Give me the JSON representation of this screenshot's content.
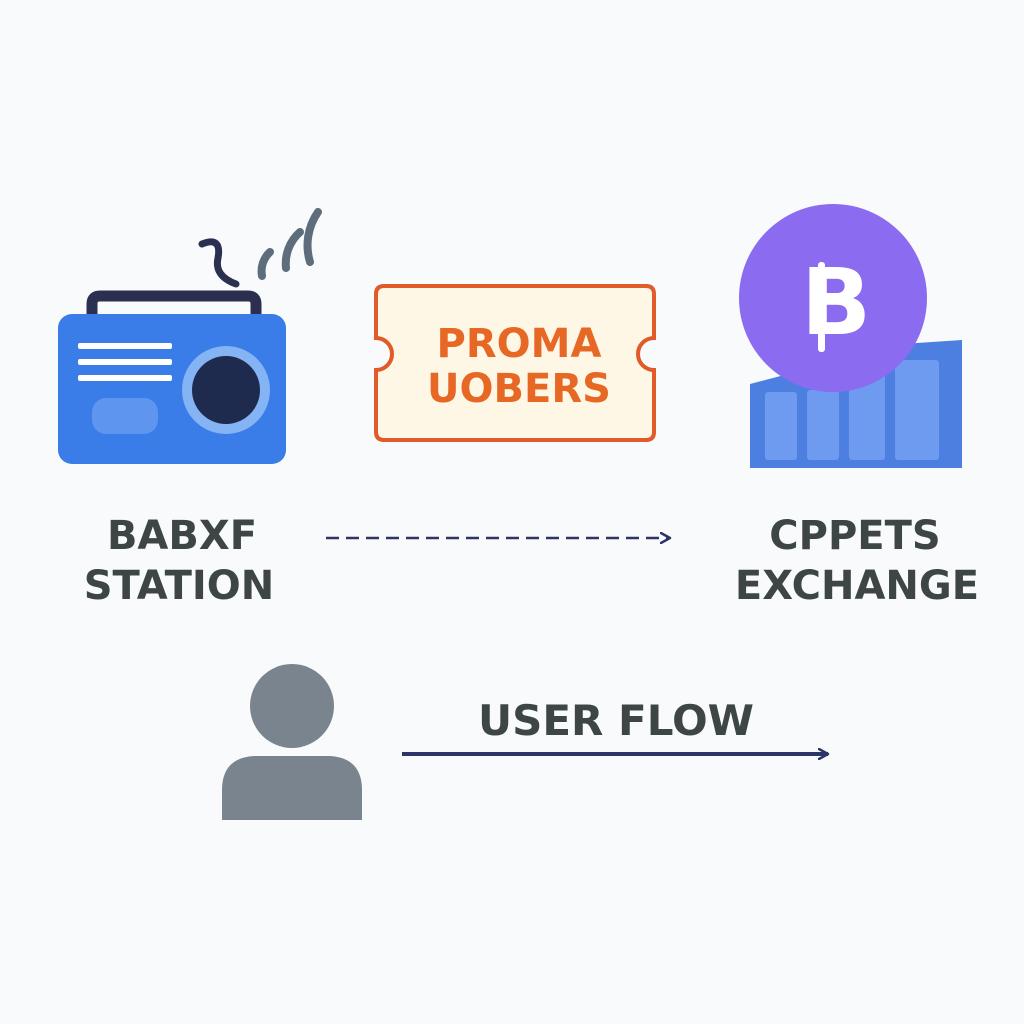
{
  "radio": {
    "title_line1": "BABXF",
    "title_line2": "STATION",
    "icon": "radio-icon",
    "body_color": "#3a7ce8",
    "speaker_color": "#1f2a4f"
  },
  "coupon": {
    "line1": "PROMA",
    "line2": "UOBERS",
    "icon": "coupon-ticket-icon",
    "fill_color": "#fff7e6",
    "border_color": "#e05a2a"
  },
  "exchange": {
    "title_line1": "CPPETS",
    "title_line2": "EXCHANGE",
    "icon": "crypto-exchange-icon",
    "coin_symbol": "B",
    "coin_color": "#8b6cf0",
    "chart_color": "#4d7fe0"
  },
  "user": {
    "icon": "user-icon",
    "color": "#7a848f"
  },
  "flow": {
    "label": "USER FLOW",
    "arrow_color": "#2c3468"
  }
}
